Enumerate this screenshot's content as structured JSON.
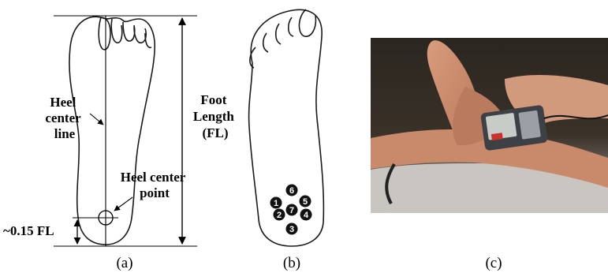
{
  "panel_a": {
    "heel_center_line": [
      "Heel",
      "center",
      "line"
    ],
    "foot_length": [
      "Foot",
      "Length",
      "(FL)"
    ],
    "heel_center_point": [
      "Heel center",
      "point"
    ],
    "offset_label": "~0.15 FL",
    "caption": "(a)"
  },
  "panel_b": {
    "points": [
      "1",
      "2",
      "3",
      "4",
      "5",
      "6",
      "7"
    ],
    "caption": "(b)"
  },
  "panel_c": {
    "caption": "(c)"
  }
}
